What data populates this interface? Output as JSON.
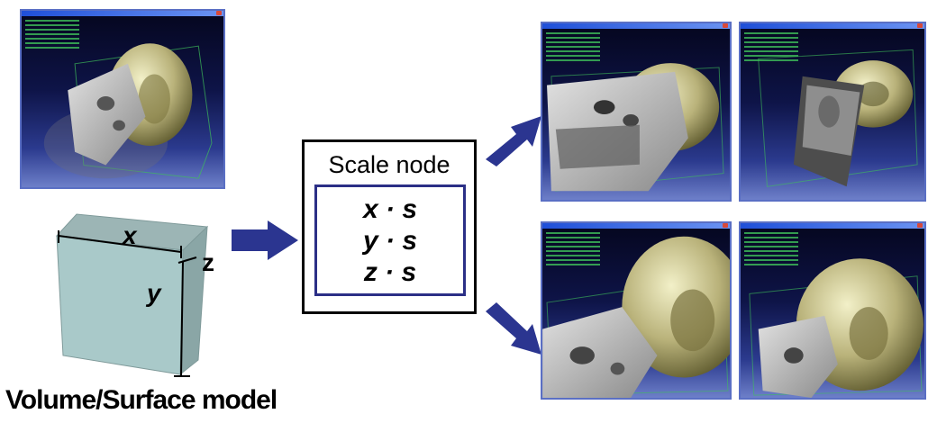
{
  "scale_node": {
    "title": "Scale node",
    "formulas": [
      "x · s",
      "y · s",
      "z · s"
    ]
  },
  "model": {
    "axis_x": "x",
    "axis_y": "y",
    "axis_z": "z",
    "label": "Volume/Surface model"
  },
  "colors": {
    "arrow": "#2b3590",
    "box_face": "#a9c9c9",
    "formula_border": "#2b2f86",
    "window_border": "#5a6fc4"
  }
}
